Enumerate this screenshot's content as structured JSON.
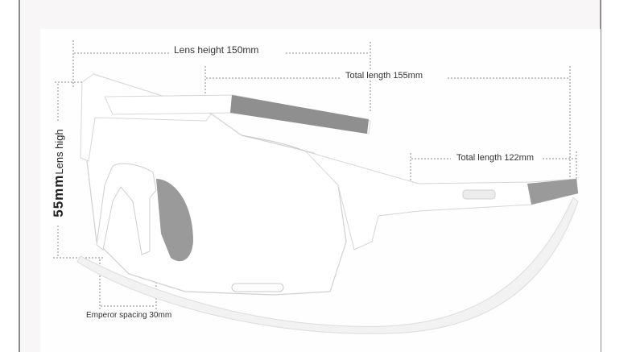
{
  "labels": {
    "lens_height": "Lens height 150mm",
    "total_length_155": "Total length 155mm",
    "total_length_122": "Total length 122mm",
    "lens_high_value": "55mm",
    "lens_high_text": "Lens high",
    "emperor_spacing": "Emperor spacing 30mm"
  },
  "colors": {
    "frame": "#ffffff",
    "frame_edge": "#d8d8d8",
    "temple_grip": "#8f8f8f",
    "nose_pad": "#9a9a9a",
    "dim_line": "#8a8a8a"
  }
}
